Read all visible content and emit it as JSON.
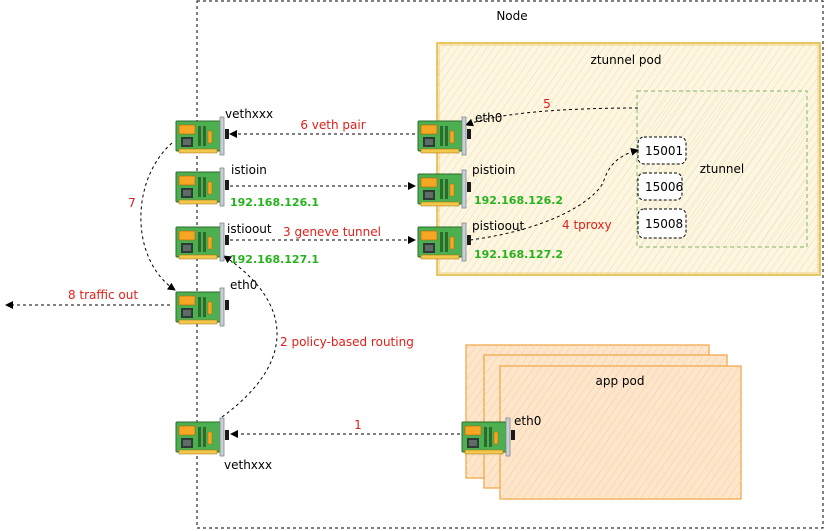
{
  "node": {
    "title": "Node"
  },
  "ztunnel_pod": {
    "title": "ztunnel pod"
  },
  "ztunnel": {
    "title": "ztunnel",
    "ports": [
      "15001",
      "15006",
      "15008"
    ]
  },
  "app_pod": {
    "title": "app pod",
    "iface": "eth0"
  },
  "nics": {
    "vethxxx_top": "vethxxx",
    "istioin": "istioin",
    "istioin_ip": "192.168.126.1",
    "istioout": "istioout",
    "istioout_ip": "192.168.127.1",
    "node_eth0": "eth0",
    "vethxxx_bottom": "vethxxx",
    "zt_eth0": "eth0",
    "pistioin": "pistioin",
    "pistioin_ip": "192.168.126.2",
    "pistioout": "pistioout",
    "pistioout_ip": "192.168.127.2"
  },
  "edges": {
    "e1": "1",
    "e2": "2 policy-based routing",
    "e3": "3 geneve tunnel",
    "e4": "4 tproxy",
    "e5": "5",
    "e6": "6 veth pair",
    "e7": "7",
    "e8": "8 traffic out"
  },
  "colors": {
    "pod_border": "#d9a200",
    "pod_fill": "#fdf6e3",
    "app_border": "#f0a23c",
    "app_fill": "#fde6cc",
    "ztunnel_border": "#82b366",
    "nic_green": "#4caf50",
    "nic_dark": "#2d6b2d",
    "label_red": "#e0201a",
    "label_green": "#27b21e"
  }
}
